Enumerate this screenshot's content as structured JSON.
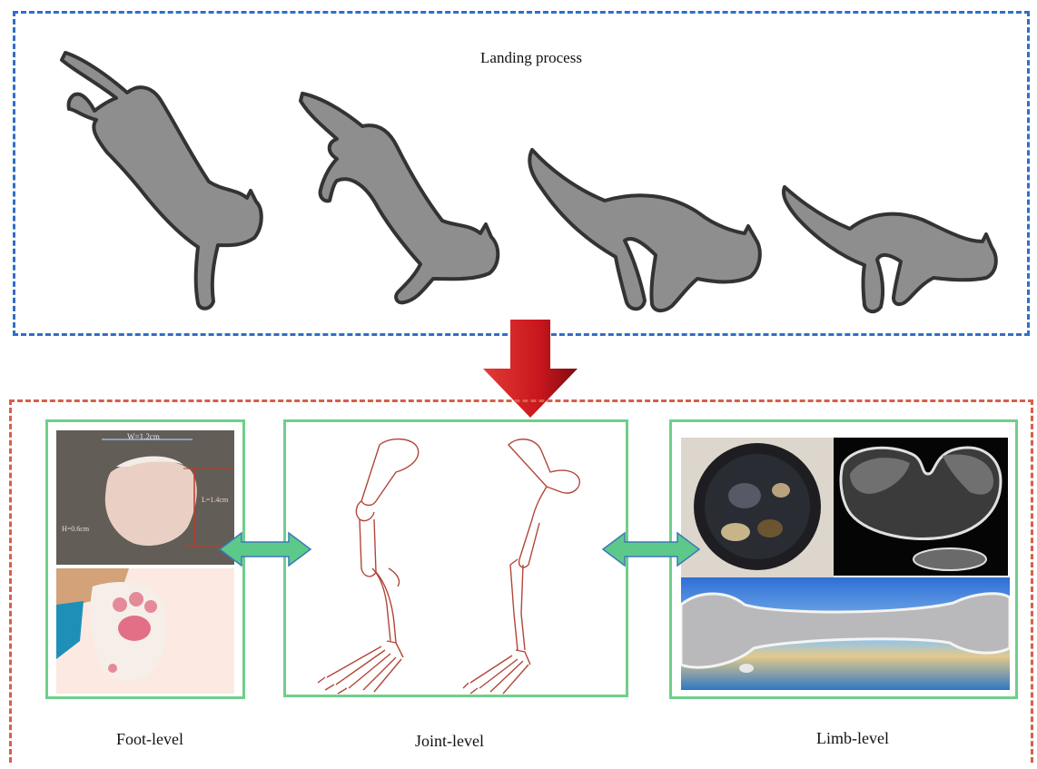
{
  "title": "Landing process",
  "labels": {
    "foot": "Foot-level",
    "joint": "Joint-level",
    "limb": "Limb-level"
  },
  "measurements": {
    "width": "W=1.2cm",
    "length": "L=1.4cm",
    "height": "H=0.6cm"
  },
  "colors": {
    "top_border": "#2f6fc8",
    "bottom_border": "#d85f4a",
    "panel_border": "#6fcf8a",
    "arrow_down": "#c8161d",
    "double_arrow": "#5cc98a",
    "cat_fill": "#8e8e8e",
    "cat_outline": "#333333",
    "skeleton_line": "#b2463a"
  },
  "icons": [
    "cat-silhouette-icon",
    "down-arrow-icon",
    "double-arrow-icon",
    "leg-skeleton-icon"
  ]
}
